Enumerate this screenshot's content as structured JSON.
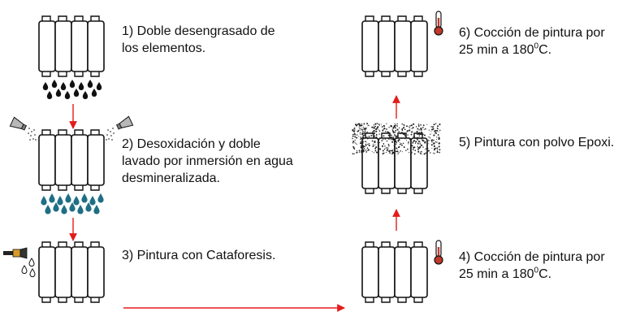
{
  "steps": [
    {
      "id": 1,
      "lines": [
        "1) Doble desengrasado de",
        "los elementos."
      ],
      "icon": "water-drops-icon"
    },
    {
      "id": 2,
      "lines": [
        "2) Desoxidación y doble",
        "lavado por inmersión en agua",
        "desmineralizada."
      ],
      "icon": "spray-nozzle-icon"
    },
    {
      "id": 3,
      "lines": [
        "3) Pintura con Cataforesis."
      ],
      "icon": "paint-brush-icon"
    },
    {
      "id": 4,
      "line1": "4) Cocción de pintura por",
      "line2_pre": "25 min a 180",
      "line2_sup": "0",
      "line2_post": "C.",
      "icon": "thermometer-icon"
    },
    {
      "id": 5,
      "lines": [
        "5) Pintura con polvo Epoxi."
      ],
      "icon": "powder-cloud-icon"
    },
    {
      "id": 6,
      "line1": "6) Cocción de pintura por",
      "line2_pre": "25 min a 180",
      "line2_sup": "0",
      "line2_post": "C.",
      "icon": "thermometer-icon"
    }
  ],
  "colors": {
    "arrow": "#e31b1b",
    "outline": "#111111",
    "drops_dark": "#111111",
    "drops_blue": "#1e6f86",
    "thermometer_red": "#c0392b",
    "brush_handle": "#222222",
    "brush_ferrule": "#d79b2a"
  }
}
